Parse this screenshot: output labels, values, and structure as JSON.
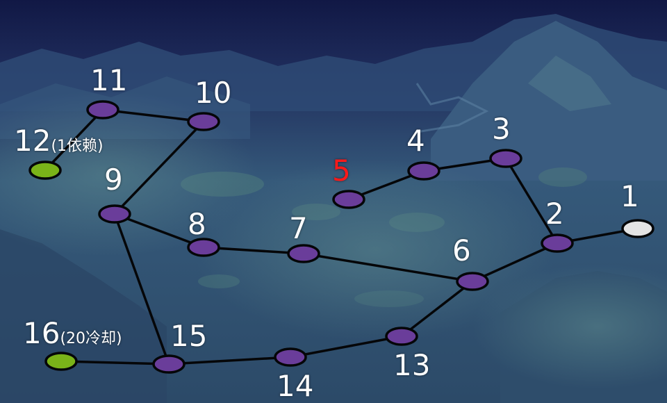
{
  "colors": {
    "sky_top": "#121a48",
    "sky_bottom": "#2c4a72",
    "ground": "#3b5f7c",
    "edge": "#050608",
    "stage_cleared": "#7ab319",
    "stage_locked": "#6a3d9a",
    "stage_start": "#e4e4e4",
    "label_default": "#ffffff",
    "label_highlight": "#ff1a1a"
  },
  "map": {
    "nodes": [
      {
        "id": "1",
        "label": "1",
        "status": "start"
      },
      {
        "id": "2",
        "label": "2",
        "status": "locked"
      },
      {
        "id": "3",
        "label": "3",
        "status": "locked"
      },
      {
        "id": "4",
        "label": "4",
        "status": "locked"
      },
      {
        "id": "5",
        "label": "5",
        "status": "locked",
        "highlight": true
      },
      {
        "id": "6",
        "label": "6",
        "status": "locked"
      },
      {
        "id": "7",
        "label": "7",
        "status": "locked"
      },
      {
        "id": "8",
        "label": "8",
        "status": "locked"
      },
      {
        "id": "9",
        "label": "9",
        "status": "locked"
      },
      {
        "id": "10",
        "label": "10",
        "status": "locked"
      },
      {
        "id": "11",
        "label": "11",
        "status": "locked"
      },
      {
        "id": "12",
        "label": "12",
        "note": "(1依赖)",
        "status": "cleared"
      },
      {
        "id": "13",
        "label": "13",
        "status": "locked"
      },
      {
        "id": "14",
        "label": "14",
        "status": "locked"
      },
      {
        "id": "15",
        "label": "15",
        "status": "locked"
      },
      {
        "id": "16",
        "label": "16",
        "note": "(20冷却)",
        "status": "cleared"
      }
    ],
    "edges": [
      [
        "1",
        "2"
      ],
      [
        "2",
        "3"
      ],
      [
        "3",
        "4"
      ],
      [
        "4",
        "5"
      ],
      [
        "2",
        "6"
      ],
      [
        "6",
        "7"
      ],
      [
        "7",
        "8"
      ],
      [
        "8",
        "9"
      ],
      [
        "9",
        "10"
      ],
      [
        "10",
        "11"
      ],
      [
        "11",
        "12"
      ],
      [
        "6",
        "13"
      ],
      [
        "13",
        "14"
      ],
      [
        "14",
        "15"
      ],
      [
        "15",
        "16"
      ],
      [
        "9",
        "15"
      ]
    ]
  }
}
